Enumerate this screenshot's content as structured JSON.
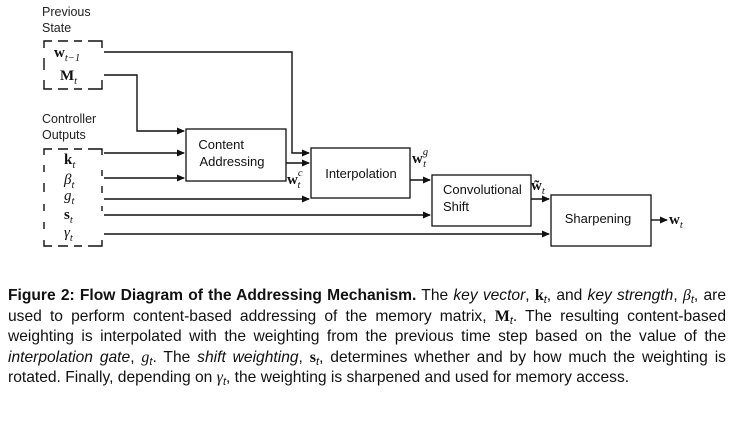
{
  "diagram": {
    "previous_state_label": [
      "Previous",
      "State"
    ],
    "controller_outputs_label": [
      "Controller",
      "Outputs"
    ],
    "inputs_prev": [
      {
        "symbol": "w",
        "sub": "t−1",
        "bold": true
      },
      {
        "symbol": "M",
        "sub": "t",
        "bold": true
      }
    ],
    "inputs_ctrl": [
      {
        "symbol": "k",
        "sub": "t",
        "bold": true
      },
      {
        "symbol": "β",
        "sub": "t",
        "bold": false
      },
      {
        "symbol": "g",
        "sub": "t",
        "bold": false
      },
      {
        "symbol": "s",
        "sub": "t",
        "bold": true
      },
      {
        "symbol": "γ",
        "sub": "t",
        "bold": false
      }
    ],
    "boxes": {
      "content_addressing": [
        "Content",
        "Addressing"
      ],
      "interpolation": [
        "Interpolation"
      ],
      "convolutional_shift": [
        "Convolutional",
        "Shift"
      ],
      "sharpening": [
        "Sharpening"
      ]
    },
    "outputs": {
      "content": {
        "symbol": "w",
        "sup": "c",
        "sub": "t"
      },
      "gated": {
        "symbol": "w",
        "sup": "g",
        "sub": "t"
      },
      "shifted": {
        "symbol": "w̃",
        "sub": "t"
      },
      "final": {
        "symbol": "w",
        "sub": "t"
      }
    }
  },
  "caption": {
    "title": "Figure 2: Flow Diagram of the Addressing Mechanism.",
    "segments": [
      {
        "t": " The ",
        "s": "n"
      },
      {
        "t": "key vector",
        "s": "em"
      },
      {
        "t": ", ",
        "s": "n"
      },
      {
        "t": "k",
        "s": "mb",
        "sub": "t"
      },
      {
        "t": ", and ",
        "s": "n"
      },
      {
        "t": "key strength",
        "s": "em"
      },
      {
        "t": ", ",
        "s": "n"
      },
      {
        "t": "β",
        "s": "mi",
        "sub": "t"
      },
      {
        "t": ", are used to perform content-based addressing of the memory matrix, ",
        "s": "n"
      },
      {
        "t": "M",
        "s": "mb",
        "sub": "t"
      },
      {
        "t": ". The resulting content-based weighting is interpolated with the weighting from the previous time step based on the value of the ",
        "s": "n"
      },
      {
        "t": "interpolation gate",
        "s": "em"
      },
      {
        "t": ", ",
        "s": "n"
      },
      {
        "t": "g",
        "s": "mi",
        "sub": "t"
      },
      {
        "t": ". The ",
        "s": "n"
      },
      {
        "t": "shift weighting",
        "s": "em"
      },
      {
        "t": ", ",
        "s": "n"
      },
      {
        "t": "s",
        "s": "mb",
        "sub": "t"
      },
      {
        "t": ", determines whether and by how much the weighting is rotated. Finally, depending on ",
        "s": "n"
      },
      {
        "t": "γ",
        "s": "mi",
        "sub": "t"
      },
      {
        "t": ", the weighting is sharpened and used for memory access.",
        "s": "n"
      }
    ]
  }
}
